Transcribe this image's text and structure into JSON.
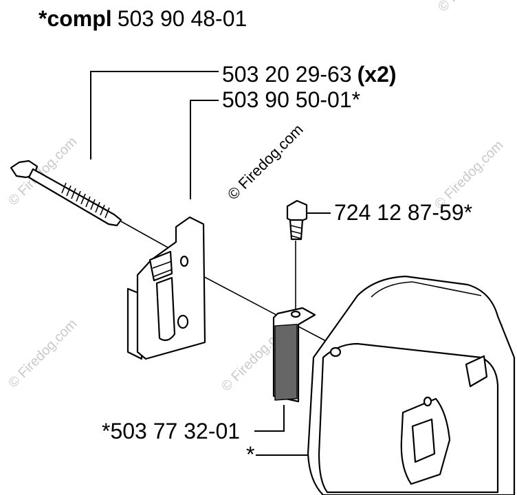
{
  "title": {
    "prefix": "*compl",
    "number": "503 90 48-01"
  },
  "labels": {
    "bolt": {
      "number": "503 20 29-63",
      "qty": "(x2)"
    },
    "bracket": "503 90 50-01*",
    "screw": "724 12 87-59*",
    "screen": "*503 77 32-01",
    "muffler": "*"
  },
  "watermark": "© Firedog.com",
  "colors": {
    "ink": "#000000",
    "watermark": "#c9c9c9",
    "background": "#ffffff"
  }
}
